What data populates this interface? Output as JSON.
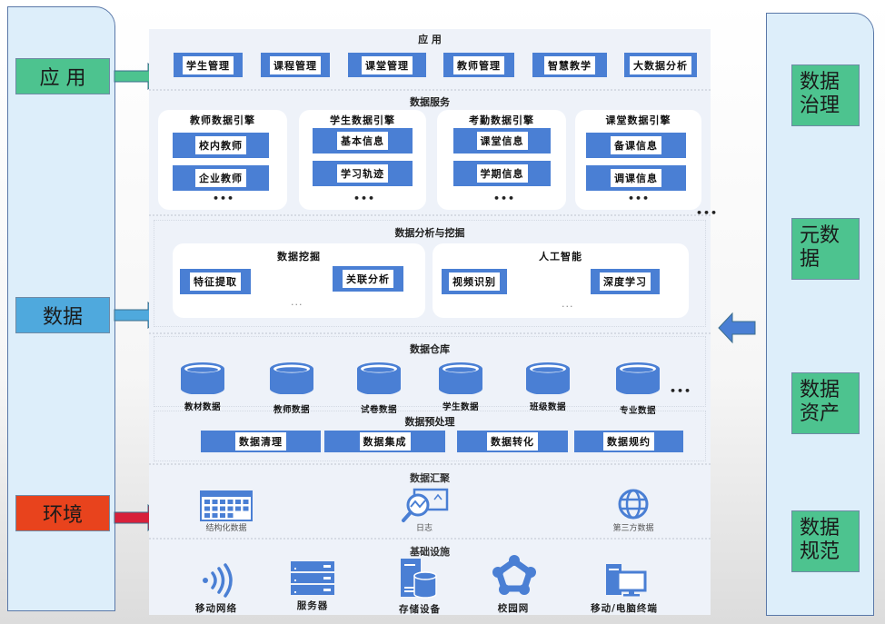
{
  "left_panel": {
    "labels": [
      {
        "text": "应 用",
        "color": "#4dc38f"
      },
      {
        "text": "数据",
        "color": "#4fa9dd"
      },
      {
        "text": "环境",
        "color": "#e8431d"
      }
    ]
  },
  "right_panel": {
    "labels": [
      {
        "text": "数据\n治理"
      },
      {
        "text": "元数\n据"
      },
      {
        "text": "数据\n资产"
      },
      {
        "text": "数据\n规范"
      }
    ]
  },
  "arrow_colors": {
    "app": "#4dc38f",
    "data": "#4fa9dd",
    "env": "#d8203a",
    "right": "#4a7fd4"
  },
  "application_layer": {
    "title": "应          用",
    "items": [
      "学生管理",
      "课程管理",
      "课堂管理",
      "教师管理",
      "智慧教学",
      "大数据分析"
    ]
  },
  "data_service_layer": {
    "title": "数据服务",
    "engines": [
      {
        "title": "教师数据引擎",
        "items": [
          "校内教师",
          "企业教师"
        ],
        "more": "•••"
      },
      {
        "title": "学生数据引擎",
        "items": [
          "基本信息",
          "学习轨迹"
        ],
        "more": "•••"
      },
      {
        "title": "考勤数据引擎",
        "items": [
          "课堂信息",
          "学期信息"
        ],
        "more": "•••"
      },
      {
        "title": "课堂数据引擎",
        "items": [
          "备课信息",
          "调课信息"
        ],
        "more": "•••"
      }
    ],
    "more": "•••"
  },
  "analysis_layer": {
    "title": "数据分析与挖掘",
    "groups": [
      {
        "title": "数据挖掘",
        "items": [
          "特征提取",
          "关联分析"
        ],
        "more": "..."
      },
      {
        "title": "人工智能",
        "items": [
          "视频识别",
          "深度学习"
        ],
        "more": "..."
      }
    ]
  },
  "warehouse_layer": {
    "title": "数据仓库",
    "stores": [
      "教材数据",
      "教师数据",
      "试卷数据",
      "学生数据",
      "班级数据",
      "专业数据"
    ],
    "more": "•••"
  },
  "preprocess_layer": {
    "title": "数据预处理",
    "items": [
      "数据清理",
      "数据集成",
      "数据转化",
      "数据规约"
    ]
  },
  "aggregation_layer": {
    "title": "数据汇聚",
    "sources": [
      {
        "label": "结构化数据",
        "icon": "spreadsheet-icon"
      },
      {
        "label": "日志",
        "icon": "log-analysis-icon"
      },
      {
        "label": "第三方数据",
        "icon": "globe-icon"
      }
    ]
  },
  "infrastructure_layer": {
    "title": "基础设施",
    "items": [
      {
        "label": "移动网络",
        "icon": "wireless-signal-icon"
      },
      {
        "label": "服务器",
        "icon": "server-icon"
      },
      {
        "label": "存储设备",
        "icon": "storage-icon"
      },
      {
        "label": "校园网",
        "icon": "campus-network-icon"
      },
      {
        "label": "移动/电脑终端",
        "icon": "terminal-icon"
      }
    ]
  }
}
